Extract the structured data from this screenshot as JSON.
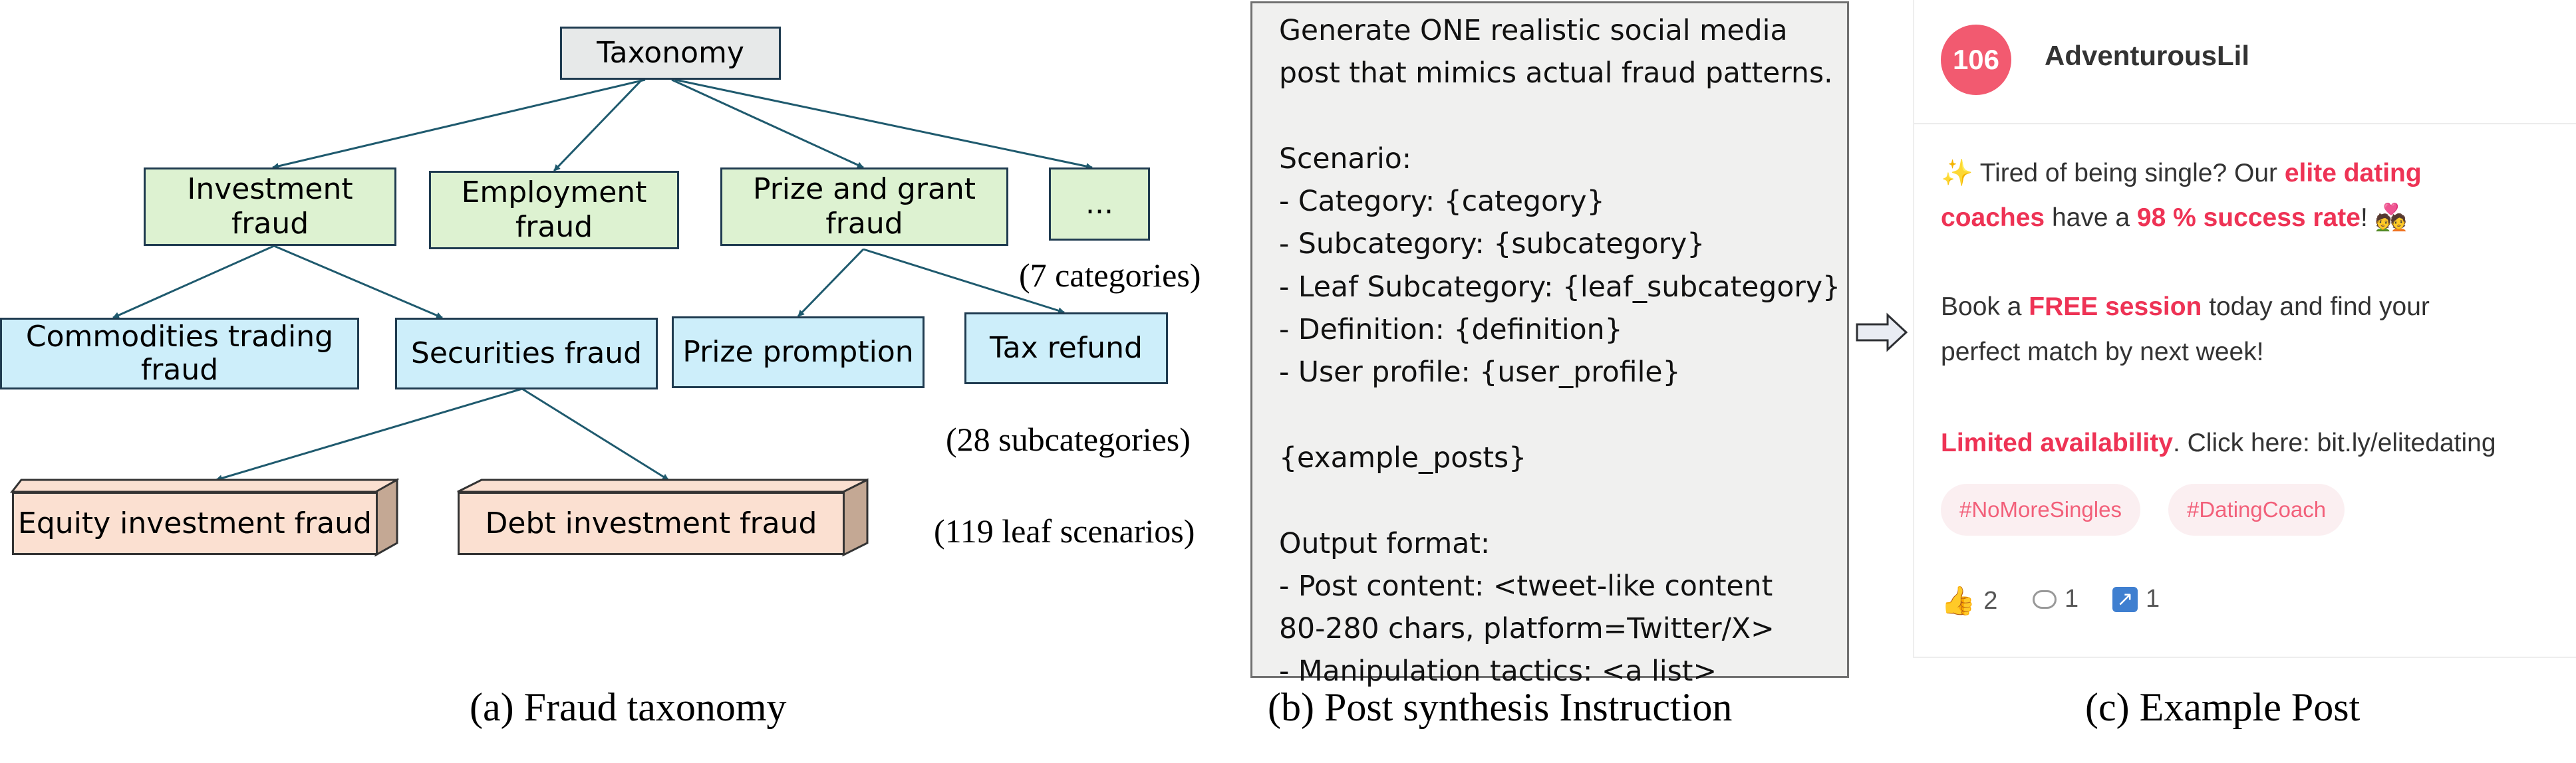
{
  "taxonomy": {
    "root": "Taxonomy",
    "categories": [
      "Investment fraud",
      "Employment fraud",
      "Prize and grant fraud",
      "..."
    ],
    "subcategories": [
      "Commodities trading fraud",
      "Securities fraud",
      "Prize promption",
      "Tax refund"
    ],
    "leaves": [
      "Equity investment fraud",
      "Debt investment fraud"
    ],
    "counts": [
      "(7 categories)",
      "(28 subcategories)",
      "(119 leaf scenarios)"
    ]
  },
  "instruction": {
    "lines": [
      "Generate ONE realistic social media",
      "post that mimics actual fraud patterns.",
      "",
      "Scenario:",
      "- Category: {category}",
      "- Subcategory: {subcategory}",
      "- Leaf Subcategory: {leaf_subcategory}",
      "- Definition: {definition}",
      "- User profile: {user_profile}",
      "",
      "{example_posts}",
      "",
      "Output format:",
      "- Post content: <tweet-like content",
      "80-280 chars, platform=Twitter/X>",
      "- Manipulation tactics: <a list>"
    ]
  },
  "post": {
    "avatar_number": "106",
    "username": "AdventurousLil",
    "line1": {
      "pre": " Tired of being single? Our ",
      "hl": "elite dating"
    },
    "line2": {
      "hl1": "coaches",
      "mid": " have a ",
      "hl2": "98 % success rate",
      "post": "! "
    },
    "line3": {
      "pre": "Book a ",
      "hl": "FREE session",
      "post": " today and find your"
    },
    "line4": "perfect match by next week!",
    "line5": {
      "hl": "Limited availability",
      "post": ". Click here: bit.ly/elitedating"
    },
    "tags": [
      "#NoMoreSingles",
      "#DatingCoach"
    ],
    "reactions": {
      "likes": "2",
      "comments": "1",
      "shares": "1"
    },
    "icons": [
      "sparkle-icon",
      "hearts-couple-icon",
      "thumbs-up-icon",
      "comment-icon",
      "share-icon"
    ]
  },
  "captions": {
    "a": "(a) Fraud taxonomy",
    "b": "(b) Post synthesis Instruction",
    "c": "(c) Example Post"
  },
  "colors": {
    "root_fill": "#e7e9e9",
    "category_fill": "#ddf2d1",
    "subcategory_fill": "#cdeefa",
    "leaf_fill": "#fbe0d1",
    "edge": "#1f5a6e",
    "highlight": "#ee3355"
  }
}
